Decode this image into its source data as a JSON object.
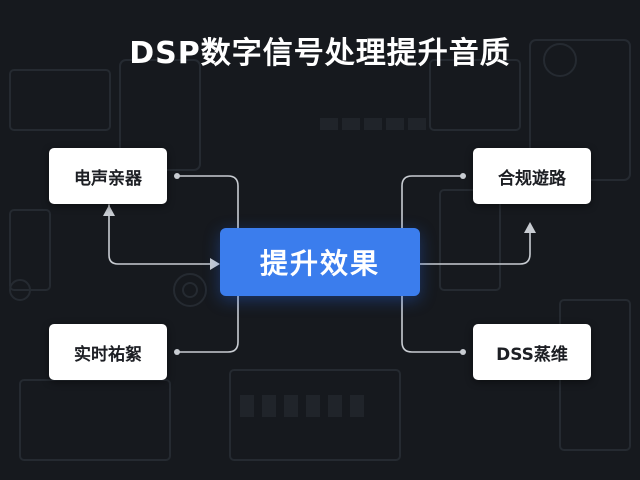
{
  "title": "DSP数字信号处理提升音质",
  "center": {
    "label": "提升效果"
  },
  "nodes": {
    "top_left": "电声亲器",
    "top_right": "合规遊路",
    "bottom_left": "实时祐絮",
    "bottom_right": "DSS蒸维"
  },
  "colors": {
    "background": "#16191e",
    "accent": "#3b7ded",
    "connector": "#c8ccd2",
    "node_fill": "#ffffff"
  }
}
